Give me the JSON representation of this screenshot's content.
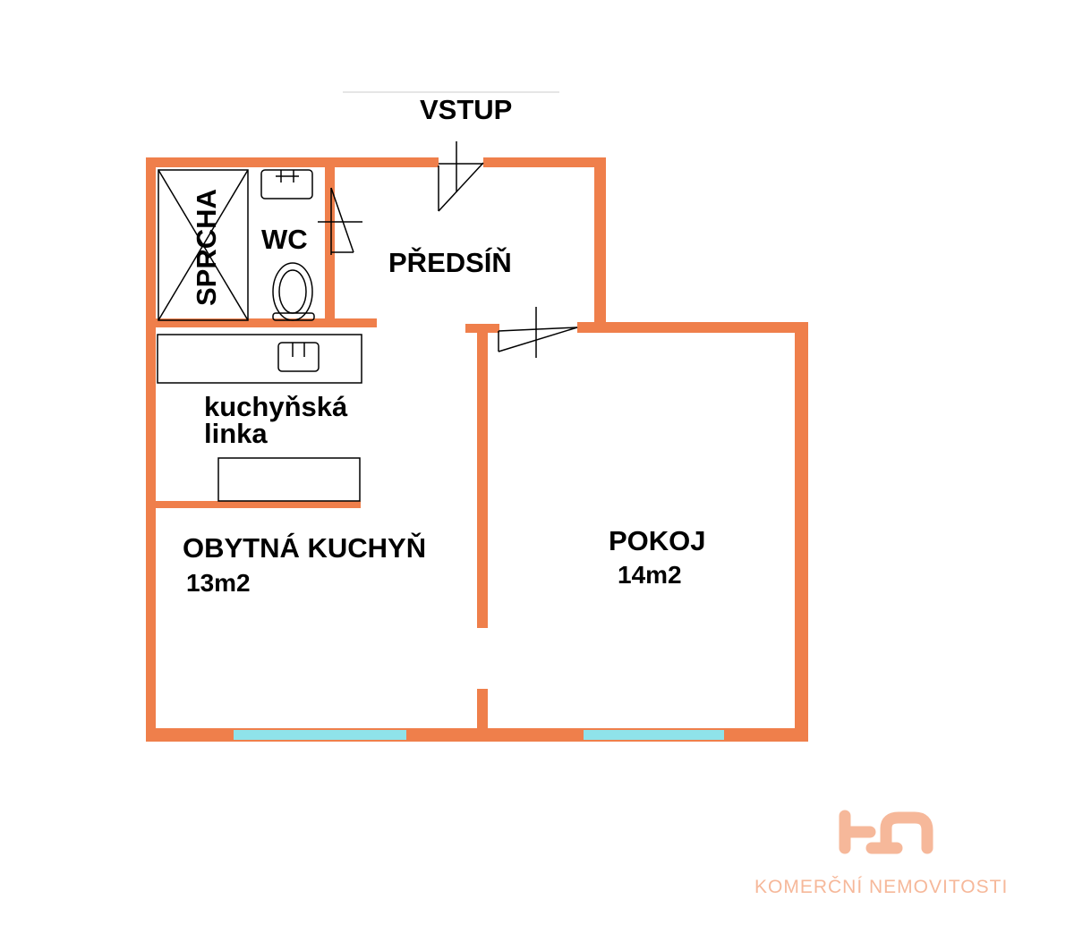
{
  "colors": {
    "wall": "#ef7f4b",
    "window": "#8fe3ea",
    "fixture_line": "#000000",
    "brand": "#f6b89a"
  },
  "rooms": {
    "entrance": "VSTUP",
    "hallway": "PŘEDSÍŇ",
    "shower": "SPRCHA",
    "wc": "WC",
    "kitchen_unit_line1": "kuchyňská",
    "kitchen_unit_line2": "linka",
    "living_kitchen": "OBYTNÁ KUCHYŇ",
    "living_kitchen_area": "13m2",
    "room": "POKOJ",
    "room_area": "14m2"
  },
  "brand": {
    "logo_icon": "kn-logo-icon",
    "tagline": "KOMERČNÍ NEMOVITOSTI"
  }
}
